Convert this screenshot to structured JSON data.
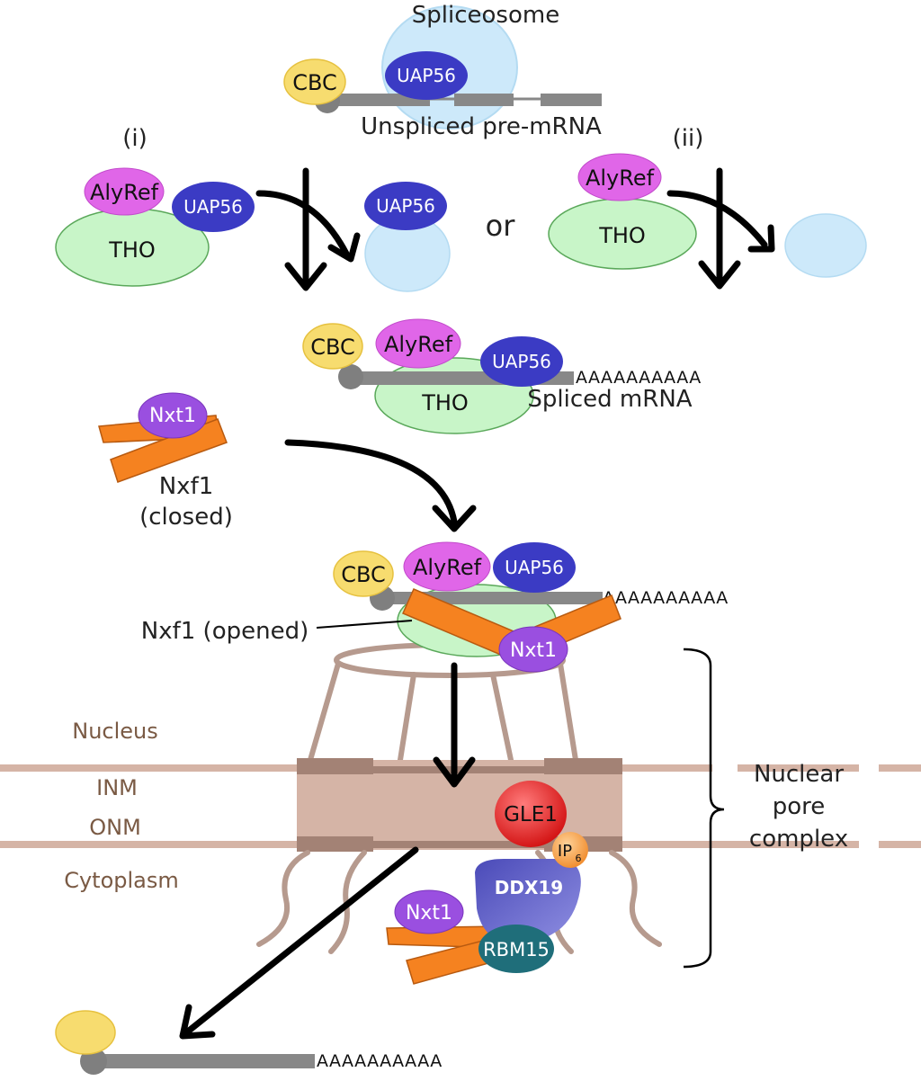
{
  "labels": {
    "spliceosome": "Spliceosome",
    "unspliced": "Unspliced  pre-mRNA",
    "path_i": "(i)",
    "path_ii": "(ii)",
    "or": "or",
    "spliced": "Spliced mRNA",
    "nxf1": "Nxf1",
    "closed": "(closed)",
    "nxf1_opened": "Nxf1 (opened)",
    "nucleus": "Nucleus",
    "inm": "INM",
    "onm": "ONM",
    "cytoplasm": "Cytoplasm",
    "npc_line1": "Nuclear",
    "npc_line2": "pore",
    "npc_line3": "complex",
    "polyA": "AAAAAAAAAA"
  },
  "proteins": {
    "cbc": "CBC",
    "uap56": "UAP56",
    "alyref": "AlyRef",
    "tho": "THO",
    "nxt1": "Nxt1",
    "gle1": "GLE1",
    "ip": "IP",
    "ip_sub": "6",
    "ddx19": "DDX19",
    "rbm15": "RBM15"
  },
  "colors": {
    "cbc": "#f7dc6f",
    "uap56": "#3b3bc4",
    "alyref": "#e066e8",
    "tho": "#c8f5c8",
    "spliceosome": "#cde9fa",
    "nxt1": "#9a4fe0",
    "nxf1": "#f58220",
    "gle1": "#e81e1e",
    "ip6": "#f7a04a",
    "ddx19": "#6a6ad0",
    "rbm15": "#1f6e7a",
    "membrane": "#d5b4a6",
    "npc": "#b69a8e",
    "rna": "#888888"
  }
}
